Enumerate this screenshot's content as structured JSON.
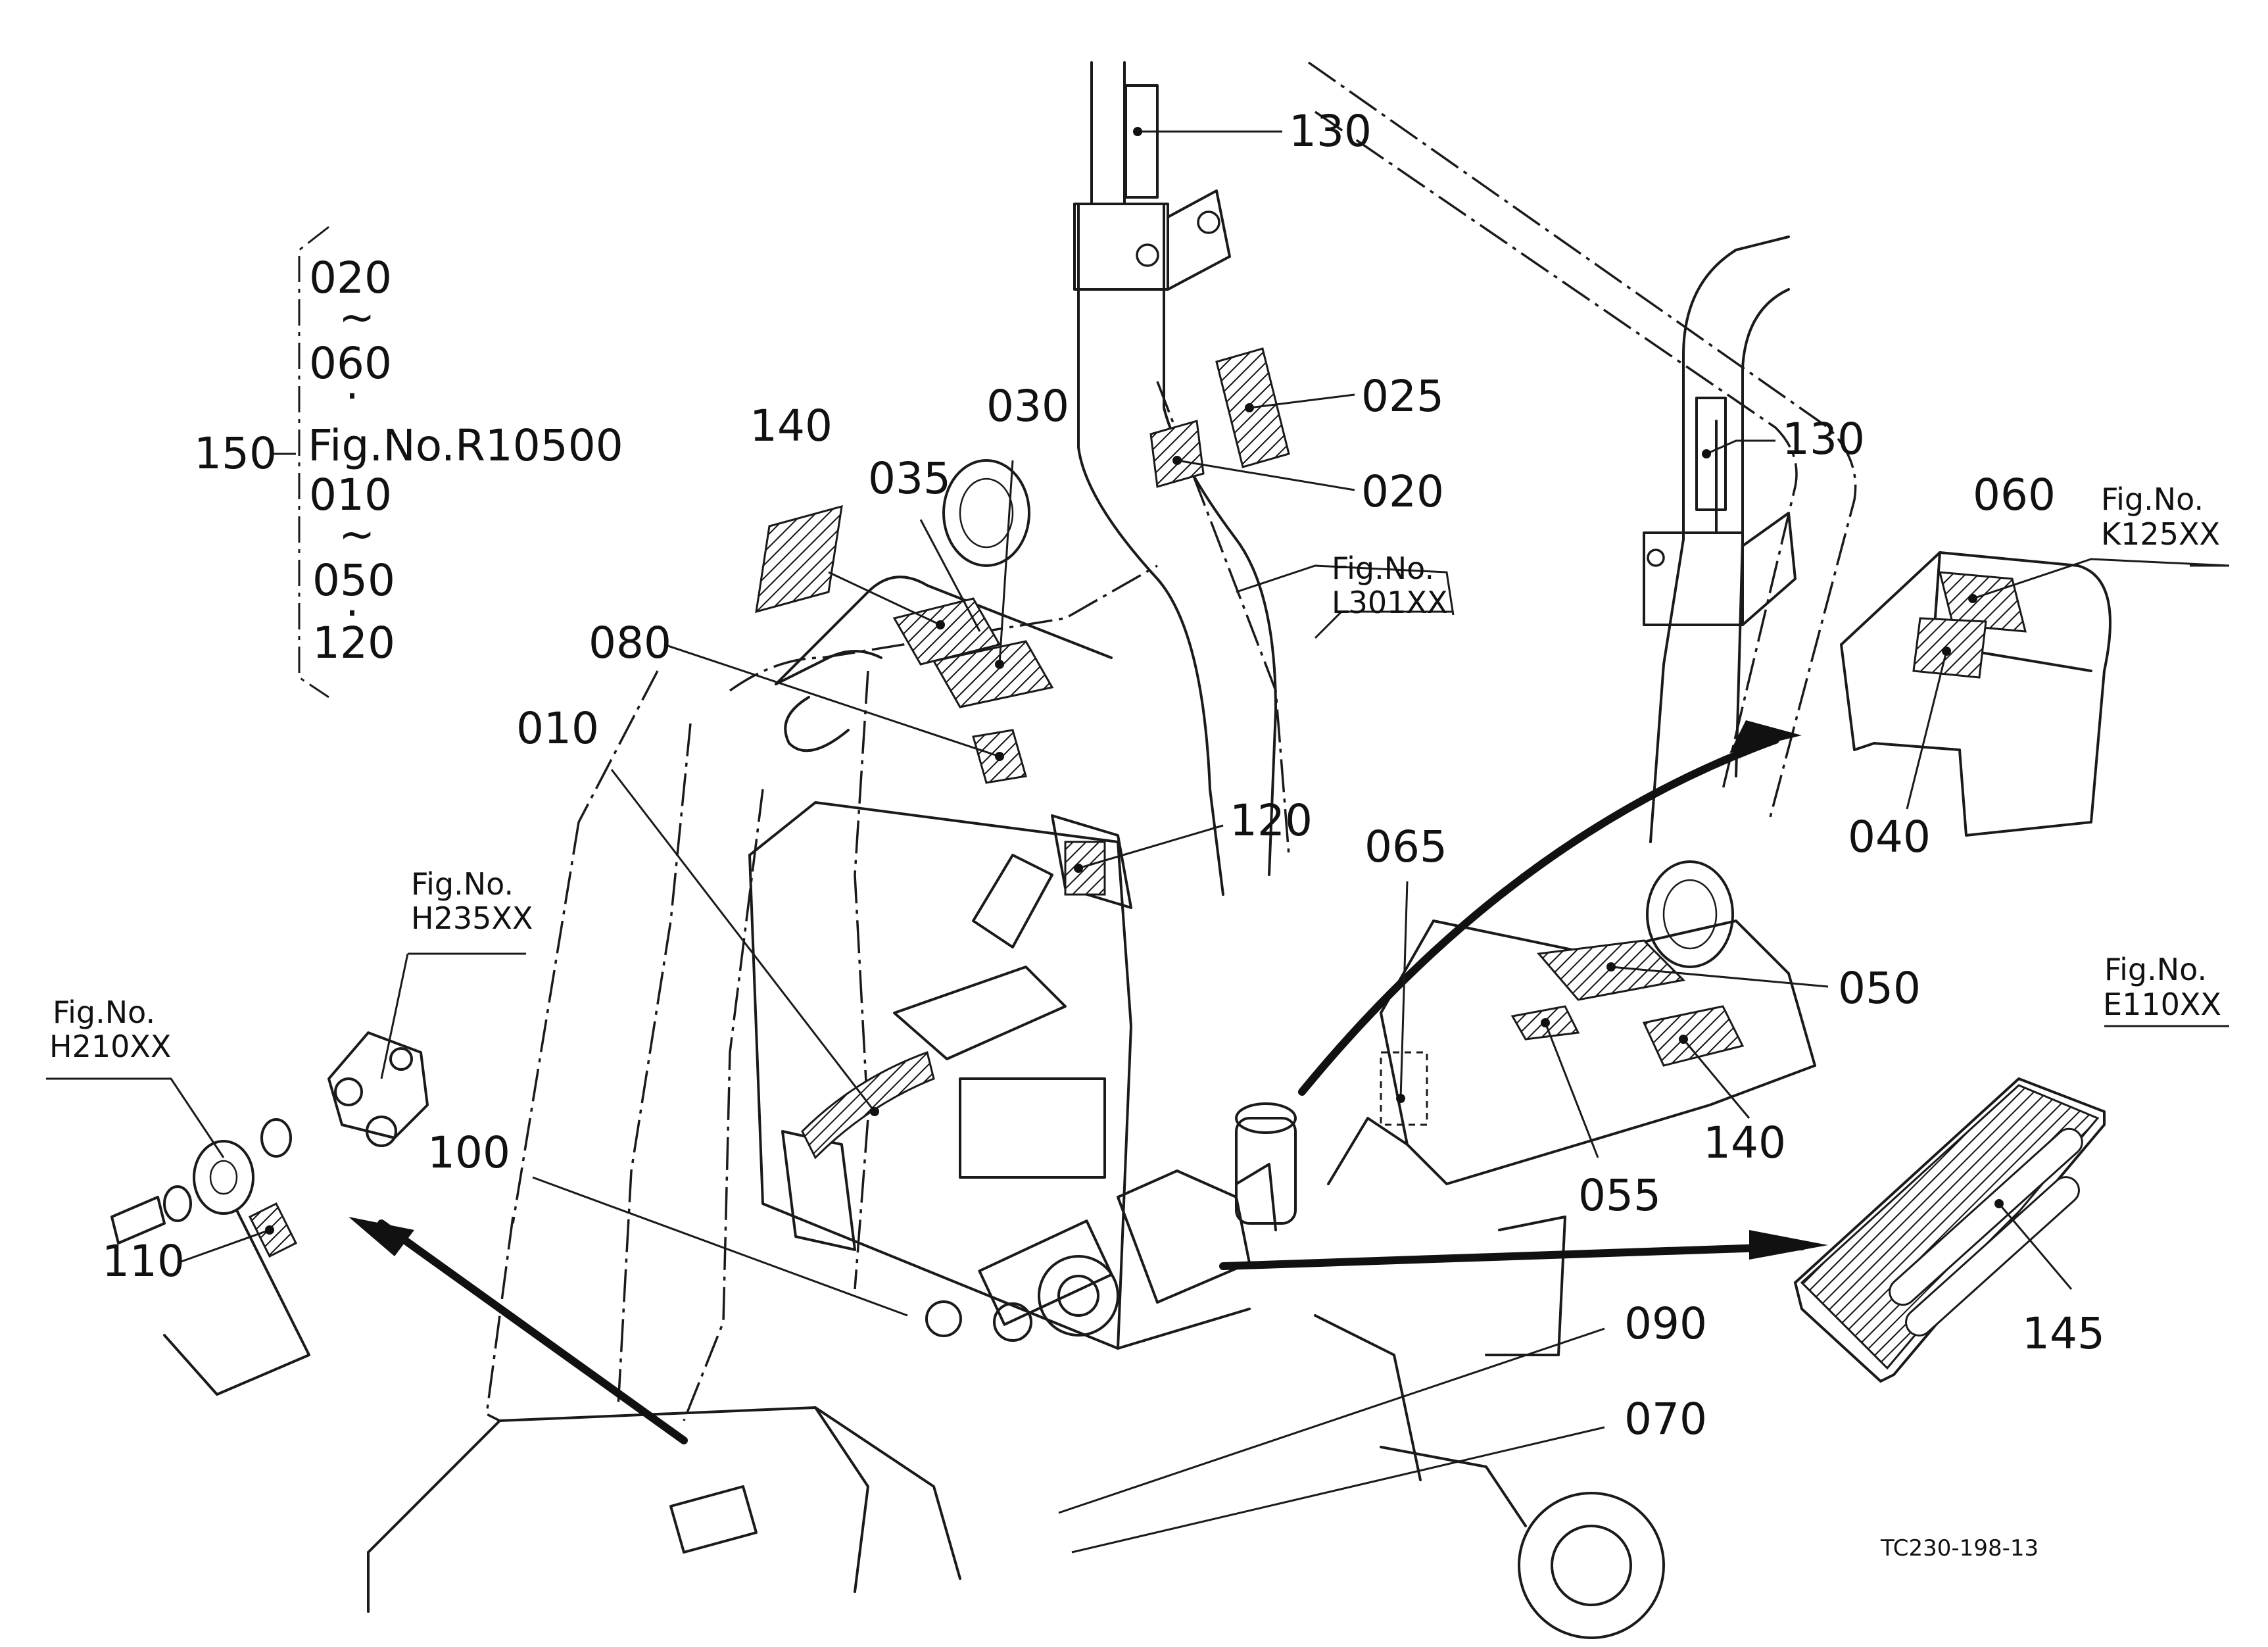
{
  "callouts": [
    {
      "id": "lbl-130a",
      "text": "130"
    },
    {
      "id": "lbl-130b",
      "text": "130"
    },
    {
      "id": "lbl-025",
      "text": "025"
    },
    {
      "id": "lbl-020",
      "text": "020"
    },
    {
      "id": "lbl-030",
      "text": "030"
    },
    {
      "id": "lbl-140a",
      "text": "140"
    },
    {
      "id": "lbl-035",
      "text": "035"
    },
    {
      "id": "lbl-080",
      "text": "080"
    },
    {
      "id": "lbl-010",
      "text": "010"
    },
    {
      "id": "lbl-120",
      "text": "120"
    },
    {
      "id": "lbl-065",
      "text": "065"
    },
    {
      "id": "lbl-060",
      "text": "060"
    },
    {
      "id": "lbl-040",
      "text": "040"
    },
    {
      "id": "lbl-050",
      "text": "050"
    },
    {
      "id": "lbl-055",
      "text": "055"
    },
    {
      "id": "lbl-140b",
      "text": "140"
    },
    {
      "id": "lbl-145",
      "text": "145"
    },
    {
      "id": "lbl-100",
      "text": "100"
    },
    {
      "id": "lbl-110",
      "text": "110"
    },
    {
      "id": "lbl-090",
      "text": "090"
    },
    {
      "id": "lbl-070",
      "text": "070"
    },
    {
      "id": "lbl-150",
      "text": "150"
    }
  ],
  "set_list": {
    "lines": [
      "020",
      "~",
      "060",
      "·",
      "Fig.No.R10500",
      "010",
      "~",
      "050",
      "·",
      "120"
    ]
  },
  "fig_refs": [
    {
      "id": "ref-l301",
      "line1": "Fig.No.",
      "line2": "L301XX"
    },
    {
      "id": "ref-k125",
      "line1": "Fig.No.",
      "line2": "K125XX"
    },
    {
      "id": "ref-h235",
      "line1": "Fig.No.",
      "line2": "H235XX"
    },
    {
      "id": "ref-h210",
      "line1": "Fig.No.",
      "line2": "H210XX"
    },
    {
      "id": "ref-e110",
      "line1": "Fig.No.",
      "line2": "E110XX"
    }
  ],
  "drawing_id": "TC230-198-13"
}
